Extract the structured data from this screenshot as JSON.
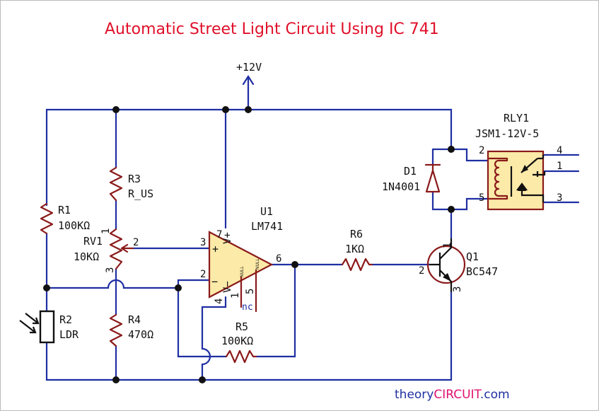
{
  "title": "Automatic Street Light Circuit Using IC 741",
  "supply": "+12V",
  "components": {
    "r1": {
      "ref": "R1",
      "value": "100KΩ"
    },
    "r2": {
      "ref": "R2",
      "value": "LDR"
    },
    "r3": {
      "ref": "R3",
      "value": "R_US"
    },
    "rv1": {
      "ref": "RV1",
      "value": "10KΩ"
    },
    "r4": {
      "ref": "R4",
      "value": "470Ω"
    },
    "r5": {
      "ref": "R5",
      "value": "100KΩ"
    },
    "r6": {
      "ref": "R6",
      "value": "1KΩ"
    },
    "u1": {
      "ref": "U1",
      "value": "LM741"
    },
    "d1": {
      "ref": "D1",
      "value": "1N4001"
    },
    "q1": {
      "ref": "Q1",
      "value": "BC547"
    },
    "rly1": {
      "ref": "RLY1",
      "value": "JSM1-12V-5"
    }
  },
  "pins": {
    "rv1_1": "1",
    "rv1_2": "2",
    "rv1_3": "3",
    "u1_2": "2",
    "u1_3": "3",
    "u1_4": "4",
    "u1_7": "7",
    "u1_6": "6",
    "u1_1": "1",
    "u1_5": "5",
    "u1_plus": "+",
    "u1_minus": "−",
    "u1_vplus": "V+",
    "u1_vminus": "V−",
    "u1_null": "NULL",
    "q1_1": "1",
    "q1_2": "2",
    "q1_3": "3",
    "rly_2": "2",
    "rly_5": "5",
    "rly_4": "4",
    "rly_1": "1",
    "rly_3": "3"
  },
  "nc_label": "nc",
  "brand": {
    "prefix": "theory",
    "mid": "CIRCUIT",
    "suffix": ".com"
  },
  "colors": {
    "wire": "#1f2fa3",
    "component": "#8b1a1a",
    "title": "#e0102a",
    "relay_fill": "#fbeaa8",
    "brand_mid": "#e01070"
  }
}
